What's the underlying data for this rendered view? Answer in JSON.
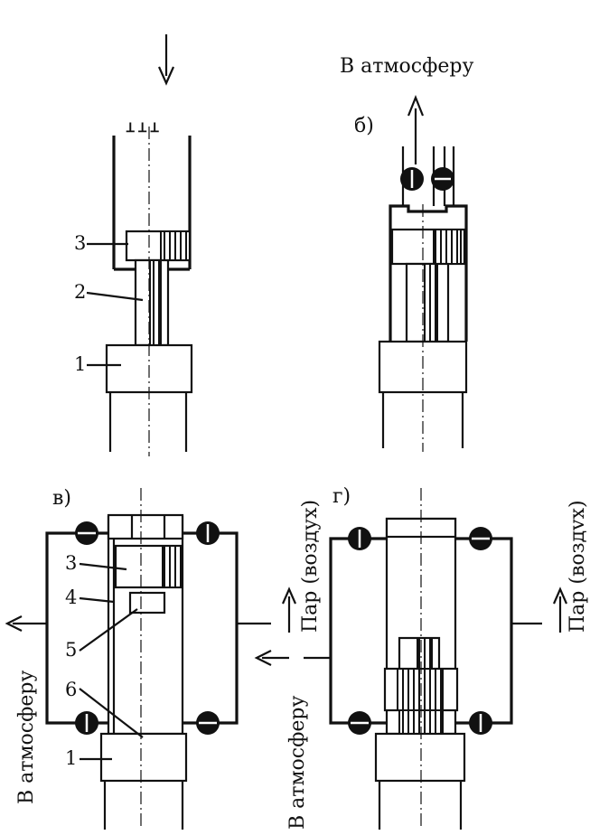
{
  "labels": {
    "atmosphere_top": "В атмосферу",
    "panel_b": "б)",
    "panel_v": "в)",
    "panel_g": "г)",
    "steam_air_v": "Пар (воздух)",
    "steam_air_g": "Пар (воздvх)",
    "atmosphere_v": "В атмосферу",
    "atmosphere_g": "В атмосферу",
    "top_fragment": "ꓕ ꓕ ꓕ"
  },
  "part_numbers": {
    "a_3": "3",
    "a_2": "2",
    "a_1": "1",
    "v_3": "3",
    "v_4": "4",
    "v_5": "5",
    "v_6": "6",
    "v_1": "1"
  },
  "colors": {
    "ink": "#111111",
    "paper": "#ffffff"
  }
}
